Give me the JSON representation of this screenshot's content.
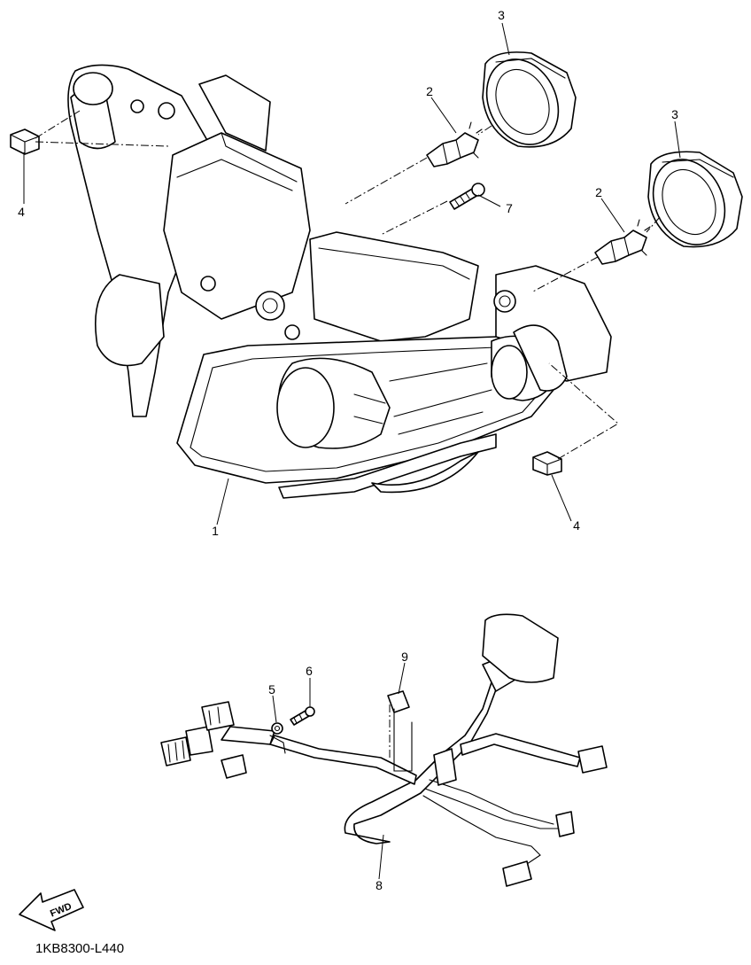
{
  "diagram": {
    "code": "1KB8300-L440",
    "fwd_label": "FWD",
    "callouts": [
      {
        "id": "c1",
        "label": "1"
      },
      {
        "id": "c2a",
        "label": "2"
      },
      {
        "id": "c2b",
        "label": "2"
      },
      {
        "id": "c3a",
        "label": "3"
      },
      {
        "id": "c3b",
        "label": "3"
      },
      {
        "id": "c4a",
        "label": "4"
      },
      {
        "id": "c4b",
        "label": "4"
      },
      {
        "id": "c5",
        "label": "5"
      },
      {
        "id": "c6",
        "label": "6"
      },
      {
        "id": "c7",
        "label": "7"
      },
      {
        "id": "c8",
        "label": "8"
      },
      {
        "id": "c9",
        "label": "9"
      }
    ]
  }
}
